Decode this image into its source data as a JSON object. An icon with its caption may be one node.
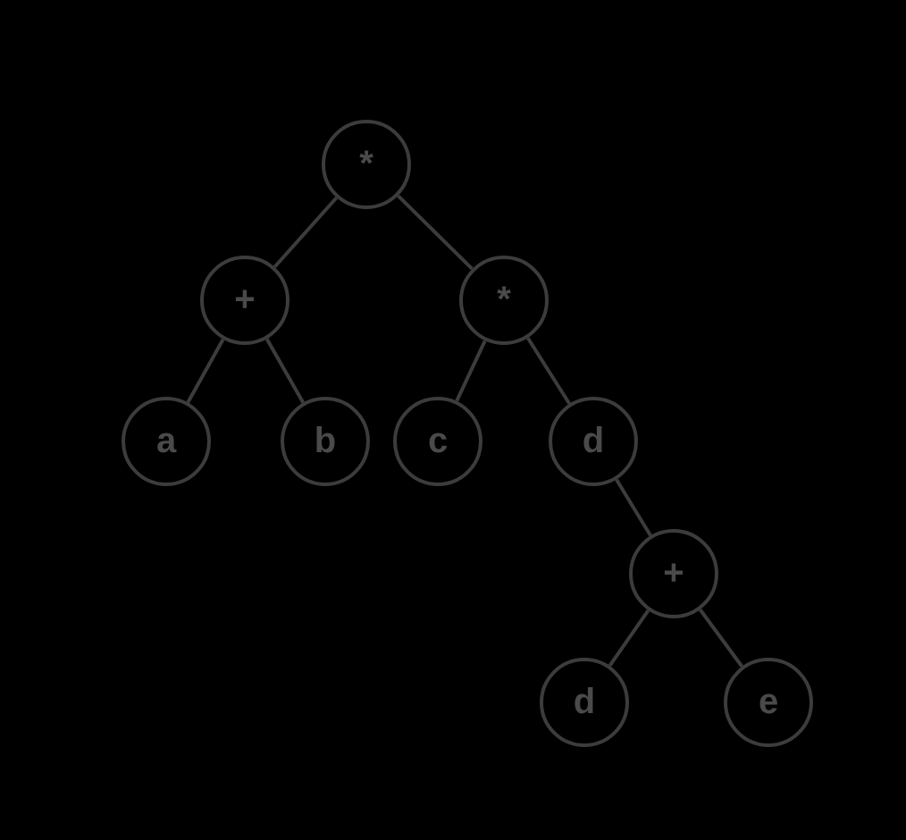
{
  "diagram": {
    "nodes": [
      {
        "text": [
          "*"
        ]
      },
      {
        "text": [
          "+"
        ]
      },
      {
        "text": [
          "*"
        ]
      },
      {
        "text": [
          "a"
        ]
      },
      {
        "text": [
          "b"
        ]
      },
      {
        "text": [
          "c"
        ]
      },
      {
        "text": [
          "d"
        ]
      },
      {
        "text": [
          "+"
        ]
      },
      {
        "text": [
          "d"
        ]
      },
      {
        "text": [
          "e"
        ]
      }
    ],
    "edges": [
      {
        "from": 0,
        "to": 1,
        "arrow": "none"
      },
      {
        "from": 0,
        "to": 2,
        "arrow": "none"
      },
      {
        "from": 1,
        "to": 3,
        "arrow": "none"
      },
      {
        "from": 1,
        "to": 4,
        "arrow": "none"
      },
      {
        "from": 2,
        "to": 5,
        "arrow": "none"
      },
      {
        "from": 2,
        "to": 6,
        "arrow": "none"
      },
      {
        "from": 6,
        "to": 7,
        "arrow": "none"
      },
      {
        "from": 7,
        "to": 8,
        "arrow": "none"
      },
      {
        "from": 7,
        "to": 9,
        "arrow": "none"
      }
    ]
  }
}
